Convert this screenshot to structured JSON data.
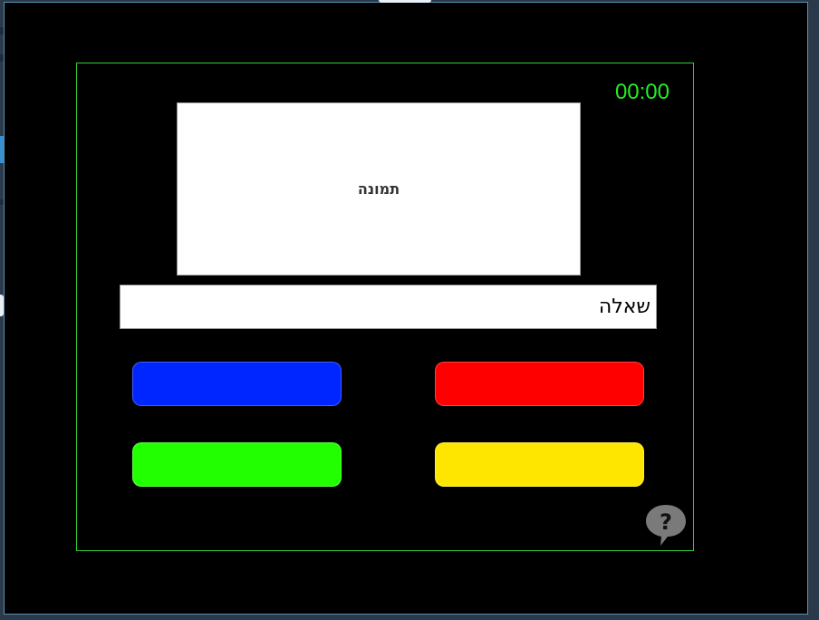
{
  "quiz": {
    "timer": "00:00",
    "image_placeholder": "תמונה",
    "question": "שאלה",
    "answers": [
      {
        "id": "blue",
        "color": "#0026ff"
      },
      {
        "id": "red",
        "color": "#ff0000"
      },
      {
        "id": "green",
        "color": "#22ff00"
      },
      {
        "id": "yellow",
        "color": "#ffe600"
      }
    ],
    "frame_color": "#33cc33",
    "timer_color": "#22ee22",
    "help_icon": "question-bubble-icon"
  }
}
